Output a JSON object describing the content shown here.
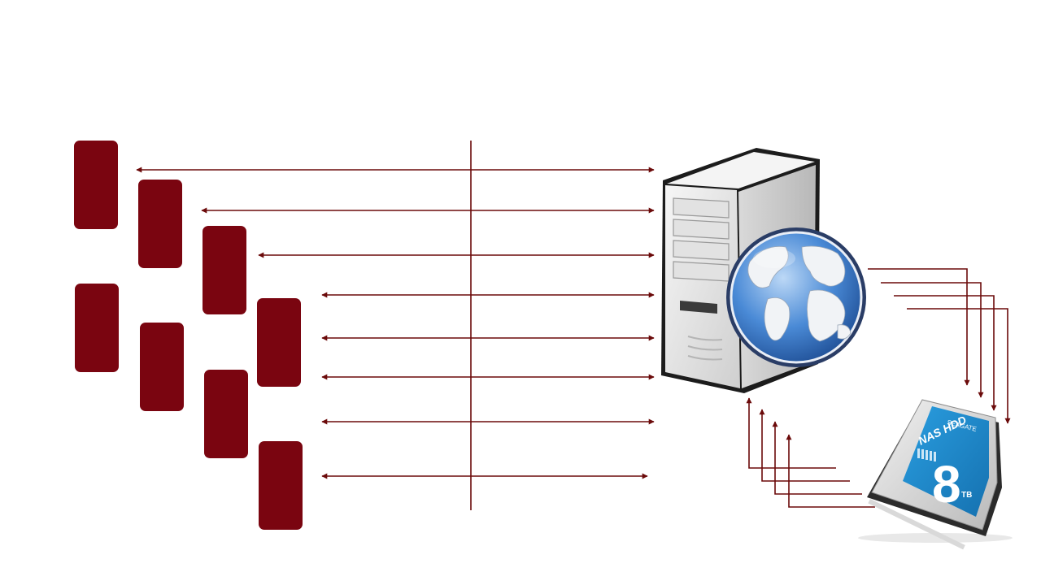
{
  "colors": {
    "client_block": "#7a0510",
    "connector_line": "#6b0a0a",
    "background": "#ffffff",
    "server_body": "#e7e7e7",
    "globe_ocean": "#3f7fd0",
    "hdd_label": "#1c86c8"
  },
  "icons": {
    "server": "server-tower-icon",
    "globe": "globe-icon",
    "storage": "hard-disk-drive-icon"
  },
  "hdd": {
    "brand": "SEAGATE",
    "model": "NAS HDD",
    "capacity": "8",
    "unit": "TB"
  }
}
